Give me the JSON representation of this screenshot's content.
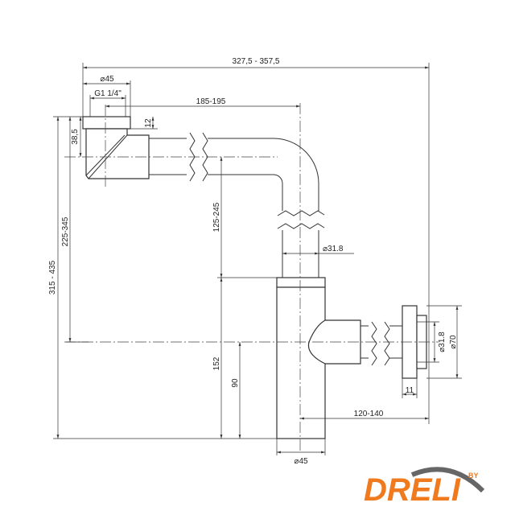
{
  "dimensions": {
    "overall_width": "327,5 - 357,5",
    "inlet_diameter": "⌀45",
    "thread": "G1 1/4\"",
    "inlet_to_axis": "185-195",
    "cap_height": "12",
    "inlet_height": "38,5",
    "total_height": "315 - 435",
    "outlet_height_range": "225-345",
    "pipe_drop": "125-245",
    "pipe_diameter": "⌀31.8",
    "body_height": "152",
    "outlet_height": "90",
    "outlet_pipe_diameter": "⌀31.8",
    "flange_diameter": "⌀70",
    "flange_thickness": "11",
    "wall_distance": "120-140",
    "body_diameter": "⌀45"
  },
  "logo": {
    "text": "DRELI",
    "by": "BY"
  },
  "colors": {
    "line": "#333333",
    "logo": "#f07a1e",
    "swoosh": "#666666"
  }
}
